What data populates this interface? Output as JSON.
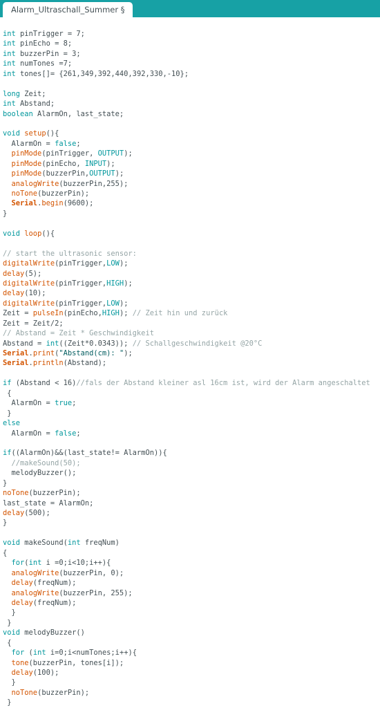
{
  "window": {
    "tab_label": "Alarm_Ultraschall_Summer §"
  },
  "colors": {
    "tab_bar": "#17a1a5",
    "keyword": "#00979c",
    "function": "#d35400",
    "comment": "#95a5a6",
    "text": "#434f54"
  },
  "code_lines": [
    [
      [
        "kw",
        "int"
      ],
      [
        "p",
        " pinTrigger = 7;"
      ]
    ],
    [
      [
        "kw",
        "int"
      ],
      [
        "p",
        " pinEcho = 8;"
      ]
    ],
    [
      [
        "kw",
        "int"
      ],
      [
        "p",
        " buzzerPin = 3;"
      ]
    ],
    [
      [
        "kw",
        "int"
      ],
      [
        "p",
        " numTones =7;"
      ]
    ],
    [
      [
        "kw",
        "int"
      ],
      [
        "p",
        " tones[]= {261,349,392,440,392,330,-10};"
      ]
    ],
    [],
    [
      [
        "kw",
        "long"
      ],
      [
        "p",
        " Zeit;"
      ]
    ],
    [
      [
        "kw",
        "int"
      ],
      [
        "p",
        " Abstand;"
      ]
    ],
    [
      [
        "kw",
        "boolean"
      ],
      [
        "p",
        " AlarmOn, last_state;"
      ]
    ],
    [],
    [
      [
        "kw",
        "void"
      ],
      [
        "p",
        " "
      ],
      [
        "fn",
        "setup"
      ],
      [
        "p",
        "(){"
      ]
    ],
    [
      [
        "p",
        "  AlarmOn = "
      ],
      [
        "const",
        "false"
      ],
      [
        "p",
        ";"
      ]
    ],
    [
      [
        "p",
        "  "
      ],
      [
        "fn",
        "pinMode"
      ],
      [
        "p",
        "(pinTrigger, "
      ],
      [
        "const",
        "OUTPUT"
      ],
      [
        "p",
        ");"
      ]
    ],
    [
      [
        "p",
        "  "
      ],
      [
        "fn",
        "pinMode"
      ],
      [
        "p",
        "(pinEcho, "
      ],
      [
        "const",
        "INPUT"
      ],
      [
        "p",
        ");"
      ]
    ],
    [
      [
        "p",
        "  "
      ],
      [
        "fn",
        "pinMode"
      ],
      [
        "p",
        "(buzzerPin,"
      ],
      [
        "const",
        "OUTPUT"
      ],
      [
        "p",
        ");"
      ]
    ],
    [
      [
        "p",
        "  "
      ],
      [
        "fn",
        "analogWrite"
      ],
      [
        "p",
        "(buzzerPin,255);"
      ]
    ],
    [
      [
        "p",
        "  "
      ],
      [
        "fn",
        "noTone"
      ],
      [
        "p",
        "(buzzerPin);"
      ]
    ],
    [
      [
        "p",
        "  "
      ],
      [
        "cls",
        "Serial"
      ],
      [
        "p",
        "."
      ],
      [
        "fn",
        "begin"
      ],
      [
        "p",
        "(9600);"
      ]
    ],
    [
      [
        "p",
        "}"
      ]
    ],
    [],
    [
      [
        "kw",
        "void"
      ],
      [
        "p",
        " "
      ],
      [
        "fn",
        "loop"
      ],
      [
        "p",
        "(){"
      ]
    ],
    [],
    [
      [
        "cm",
        "// start the ultrasonic sensor:"
      ]
    ],
    [
      [
        "fn",
        "digitalWrite"
      ],
      [
        "p",
        "(pinTrigger,"
      ],
      [
        "const",
        "LOW"
      ],
      [
        "p",
        ");"
      ]
    ],
    [
      [
        "fn",
        "delay"
      ],
      [
        "p",
        "(5);"
      ]
    ],
    [
      [
        "fn",
        "digitalWrite"
      ],
      [
        "p",
        "(pinTrigger,"
      ],
      [
        "const",
        "HIGH"
      ],
      [
        "p",
        ");"
      ]
    ],
    [
      [
        "fn",
        "delay"
      ],
      [
        "p",
        "(10);"
      ]
    ],
    [
      [
        "fn",
        "digitalWrite"
      ],
      [
        "p",
        "(pinTrigger,"
      ],
      [
        "const",
        "LOW"
      ],
      [
        "p",
        ");"
      ]
    ],
    [
      [
        "p",
        "Zeit = "
      ],
      [
        "fn",
        "pulseIn"
      ],
      [
        "p",
        "(pinEcho,"
      ],
      [
        "const",
        "HIGH"
      ],
      [
        "p",
        "); "
      ],
      [
        "cm",
        "// Zeit hin und zurück"
      ]
    ],
    [
      [
        "p",
        "Zeit = Zeit/2;"
      ]
    ],
    [
      [
        "cm",
        "// Abstand = Zeit * Geschwindigkeit"
      ]
    ],
    [
      [
        "p",
        "Abstand = "
      ],
      [
        "kw",
        "int"
      ],
      [
        "p",
        "((Zeit*0.0343)); "
      ],
      [
        "cm",
        "// Schallgeschwindigkeit @20°C"
      ]
    ],
    [
      [
        "cls",
        "Serial"
      ],
      [
        "p",
        "."
      ],
      [
        "fn",
        "print"
      ],
      [
        "p",
        "("
      ],
      [
        "str",
        "\"Abstand(cm): \""
      ],
      [
        "p",
        ");"
      ]
    ],
    [
      [
        "cls",
        "Serial"
      ],
      [
        "p",
        "."
      ],
      [
        "fn",
        "println"
      ],
      [
        "p",
        "(Abstand);"
      ]
    ],
    [],
    [
      [
        "kw",
        "if"
      ],
      [
        "p",
        " (Abstand < 16)"
      ],
      [
        "cm",
        "//fals der Abstand kleiner asl 16cm ist, wird der Alarm angeschaltet"
      ]
    ],
    [
      [
        "p",
        " {"
      ]
    ],
    [
      [
        "p",
        "  AlarmOn = "
      ],
      [
        "const",
        "true"
      ],
      [
        "p",
        ";"
      ]
    ],
    [
      [
        "p",
        " }"
      ]
    ],
    [
      [
        "kw",
        "else"
      ]
    ],
    [
      [
        "p",
        "  AlarmOn = "
      ],
      [
        "const",
        "false"
      ],
      [
        "p",
        ";"
      ]
    ],
    [],
    [
      [
        "kw",
        "if"
      ],
      [
        "p",
        "((AlarmOn)&&(last_state!= AlarmOn)){"
      ]
    ],
    [
      [
        "p",
        "  "
      ],
      [
        "cm",
        "//makeSound(50);"
      ]
    ],
    [
      [
        "p",
        "  melodyBuzzer();"
      ]
    ],
    [
      [
        "p",
        "}"
      ]
    ],
    [
      [
        "fn",
        "noTone"
      ],
      [
        "p",
        "(buzzerPin);"
      ]
    ],
    [
      [
        "p",
        "last_state = AlarmOn;"
      ]
    ],
    [
      [
        "fn",
        "delay"
      ],
      [
        "p",
        "(500);"
      ]
    ],
    [
      [
        "p",
        "}"
      ]
    ],
    [],
    [
      [
        "kw",
        "void"
      ],
      [
        "p",
        " makeSound("
      ],
      [
        "kw",
        "int"
      ],
      [
        "p",
        " freqNum)"
      ]
    ],
    [
      [
        "p",
        "{"
      ]
    ],
    [
      [
        "p",
        "  "
      ],
      [
        "kw",
        "for"
      ],
      [
        "p",
        "("
      ],
      [
        "kw",
        "int"
      ],
      [
        "p",
        " i =0;i<10;i++){"
      ]
    ],
    [
      [
        "p",
        "  "
      ],
      [
        "fn",
        "analogWrite"
      ],
      [
        "p",
        "(buzzerPin, 0);"
      ]
    ],
    [
      [
        "p",
        "  "
      ],
      [
        "fn",
        "delay"
      ],
      [
        "p",
        "(freqNum);"
      ]
    ],
    [
      [
        "p",
        "  "
      ],
      [
        "fn",
        "analogWrite"
      ],
      [
        "p",
        "(buzzerPin, 255);"
      ]
    ],
    [
      [
        "p",
        "  "
      ],
      [
        "fn",
        "delay"
      ],
      [
        "p",
        "(freqNum);"
      ]
    ],
    [
      [
        "p",
        "  }"
      ]
    ],
    [
      [
        "p",
        " }"
      ]
    ],
    [
      [
        "kw",
        "void"
      ],
      [
        "p",
        " melodyBuzzer()"
      ]
    ],
    [
      [
        "p",
        " {"
      ]
    ],
    [
      [
        "p",
        "  "
      ],
      [
        "kw",
        "for"
      ],
      [
        "p",
        " ("
      ],
      [
        "kw",
        "int"
      ],
      [
        "p",
        " i=0;i<numTones;i++){"
      ]
    ],
    [
      [
        "p",
        "  "
      ],
      [
        "fn",
        "tone"
      ],
      [
        "p",
        "(buzzerPin, tones[i]);"
      ]
    ],
    [
      [
        "p",
        "  "
      ],
      [
        "fn",
        "delay"
      ],
      [
        "p",
        "(100);"
      ]
    ],
    [
      [
        "p",
        "  }"
      ]
    ],
    [
      [
        "p",
        "  "
      ],
      [
        "fn",
        "noTone"
      ],
      [
        "p",
        "(buzzerPin);"
      ]
    ],
    [
      [
        "p",
        " }"
      ]
    ]
  ]
}
